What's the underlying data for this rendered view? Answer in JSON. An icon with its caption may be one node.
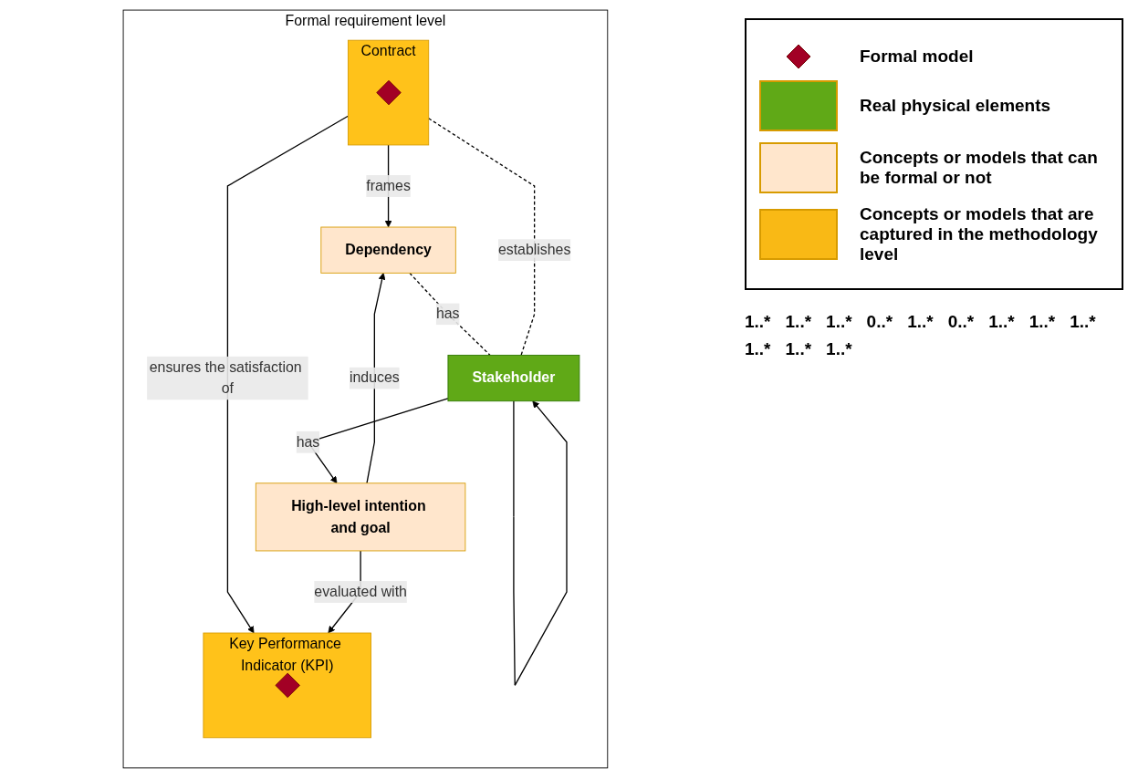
{
  "diagram": {
    "nodes": [
      {
        "text": [
          "Formal requirement level"
        ]
      },
      {
        "text": [
          "Contract"
        ],
        "in": 0
      },
      {
        "text": [],
        "shape": "diamond",
        "in": 1
      },
      {
        "text": [
          "Dependency"
        ],
        "in": 0
      },
      {
        "text": [
          "Stakeholder"
        ],
        "in": 0
      },
      {
        "text": [
          "High-level intention and goal"
        ],
        "in": 0
      },
      {
        "text": [
          "Key Performance Indicator (KPI)"
        ],
        "in": 0
      },
      {
        "text": [],
        "shape": "diamond",
        "in": 6
      }
    ],
    "edges": [
      {
        "from": 1,
        "to": 6,
        "arrow": "to",
        "label": "ensures the satisfaction of"
      },
      {
        "from": 1,
        "to": 3,
        "arrow": "to",
        "label": "frames"
      },
      {
        "from": 1,
        "to": 4,
        "arrow": "none",
        "label": "establishes",
        "style": "dashed"
      },
      {
        "from": 3,
        "to": 4,
        "arrow": "none",
        "label": "has",
        "style": "dashed"
      },
      {
        "from": 4,
        "to": 4,
        "arrow": "to"
      },
      {
        "from": 4,
        "to": 5,
        "arrow": "to",
        "label": "has"
      },
      {
        "from": 5,
        "to": 3,
        "arrow": "to",
        "label": "induces"
      },
      {
        "from": 5,
        "to": 6,
        "arrow": "to",
        "label": "evaluated with"
      }
    ],
    "labels": [
      "1..*",
      "1..*",
      "1..*",
      "0..*",
      "1..*",
      "0..*",
      "1..*",
      "1..*",
      "1..*",
      "1..*",
      "1..*",
      "1..*"
    ],
    "legend": [
      {
        "text": "Formal model"
      },
      {
        "text": "Real physical elements",
        "color": "#60a917"
      },
      {
        "text": "Concepts or models that can be formal or not",
        "color": "#ffe6cc"
      },
      {
        "text": "Concepts or models that are captured in the methodology level",
        "color": "#f9b915"
      }
    ]
  }
}
